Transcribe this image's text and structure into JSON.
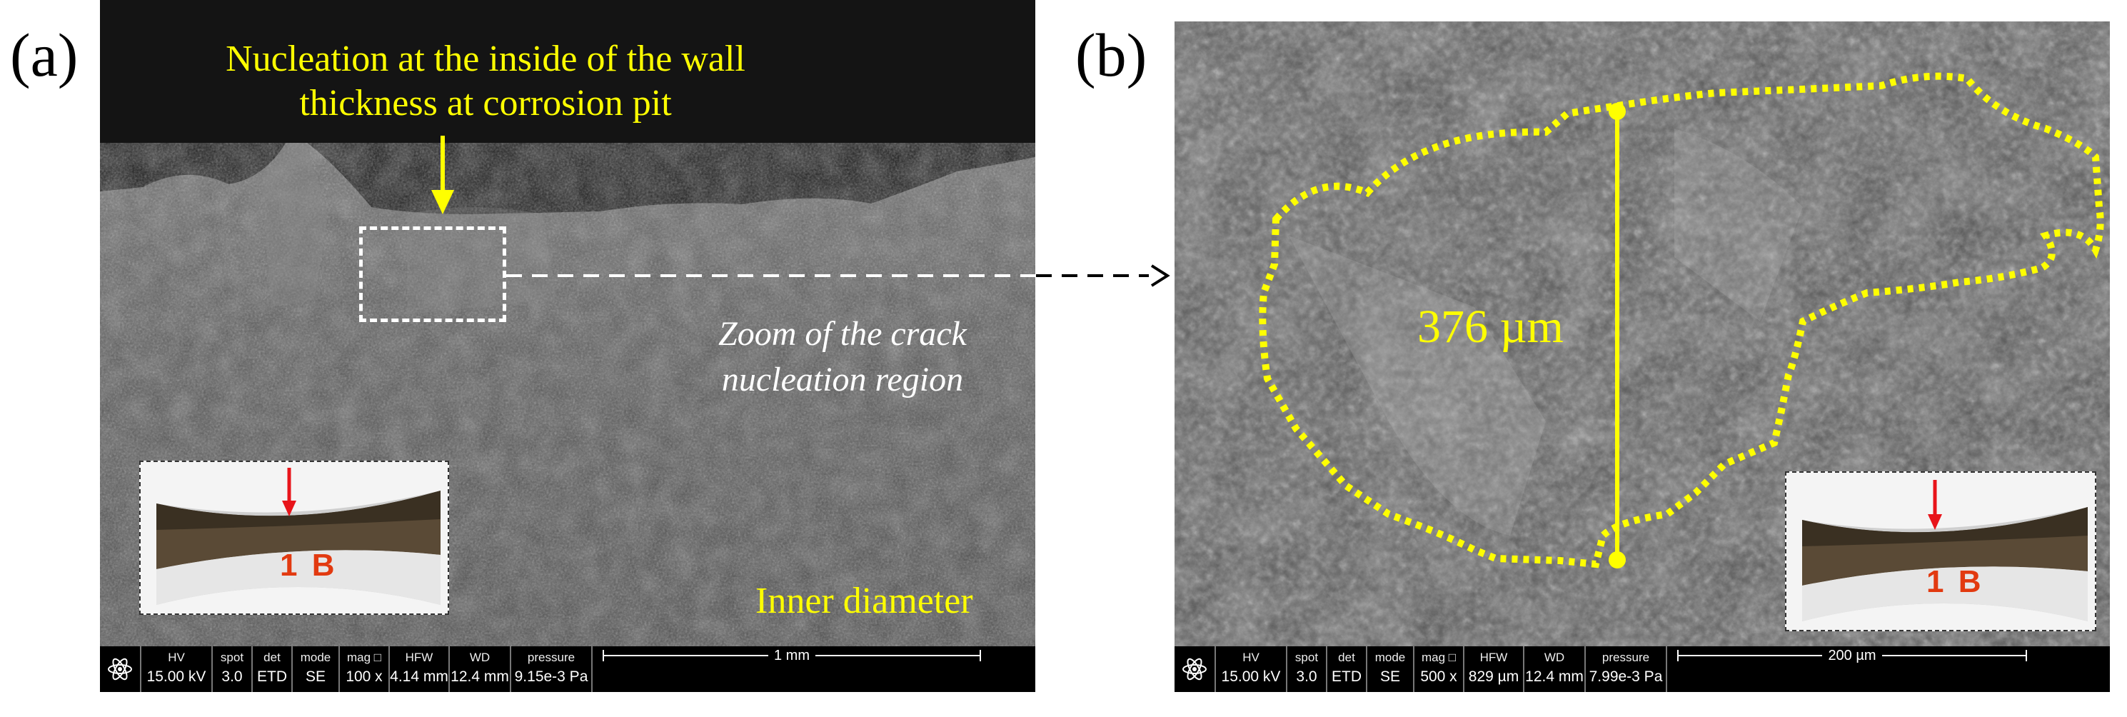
{
  "panel_a": {
    "label": "(a)",
    "annotation_line1": "Nucleation at the inside of the wall",
    "annotation_line2": "thickness at corrosion pit",
    "zoom_line1": "Zoom of the crack",
    "zoom_line2": "nucleation region",
    "inner_diameter": "Inner diameter",
    "inset_marking": "1 B",
    "databar": {
      "hv": {
        "header": "HV",
        "value": "15.00 kV"
      },
      "spot": {
        "header": "spot",
        "value": "3.0"
      },
      "det": {
        "header": "det",
        "value": "ETD"
      },
      "mode": {
        "header": "mode",
        "value": "SE"
      },
      "mag": {
        "header": "mag □",
        "value": "100 x"
      },
      "hfw": {
        "header": "HFW",
        "value": "4.14 mm"
      },
      "wd": {
        "header": "WD",
        "value": "12.4 mm"
      },
      "pressure": {
        "header": "pressure",
        "value": "9.15e-3 Pa"
      },
      "scale": "1 mm"
    }
  },
  "panel_b": {
    "label": "(b)",
    "measurement": "376 µm",
    "inset_marking": "1 B",
    "databar": {
      "hv": {
        "header": "HV",
        "value": "15.00 kV"
      },
      "spot": {
        "header": "spot",
        "value": "3.0"
      },
      "det": {
        "header": "det",
        "value": "ETD"
      },
      "mode": {
        "header": "mode",
        "value": "SE"
      },
      "mag": {
        "header": "mag □",
        "value": "500 x"
      },
      "hfw": {
        "header": "HFW",
        "value": "829 µm"
      },
      "wd": {
        "header": "WD",
        "value": "12.4 mm"
      },
      "pressure": {
        "header": "pressure",
        "value": "7.99e-3 Pa"
      },
      "scale": "200 µm"
    }
  },
  "colors": {
    "annotation_yellow": "#ffff00",
    "arrow_red": "#e8141a",
    "zoom_box_white": "#ffffff",
    "connector_black": "#000000",
    "databar_black": "#000000"
  },
  "icons": {
    "databar_logo": "atom-icon",
    "annotation_arrow": "arrow-down-icon",
    "connector": "dashed-arrow-right-icon"
  }
}
